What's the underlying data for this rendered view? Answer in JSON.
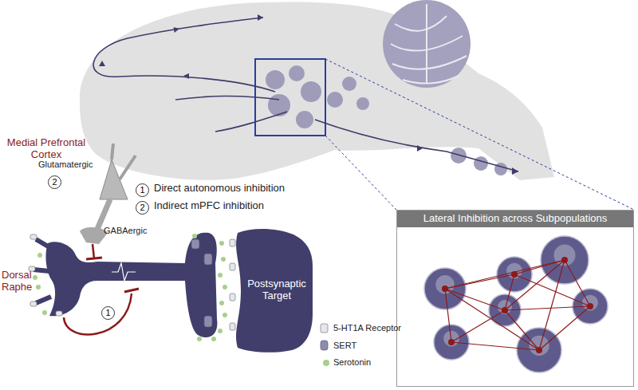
{
  "diagram": {
    "nodes": [
      {
        "text": [
          "Postsynaptic Target"
        ]
      },
      {
        "text": [
          "Lateral Inhibition across Subpopulations"
        ]
      }
    ],
    "labels": [
      "Medial Prefrontal Cortex",
      "Glutamatergic",
      "2",
      "1",
      "Direct autonomous inhibition",
      "2",
      "Indirect mPFC inhibition",
      "GABAergic",
      "Dorsal Raphe",
      "1"
    ],
    "legend": [
      {
        "text": "5-HT1A Receptor"
      },
      {
        "text": "SERT"
      },
      {
        "text": "Serotonin",
        "color": "#a8d08d"
      }
    ]
  }
}
